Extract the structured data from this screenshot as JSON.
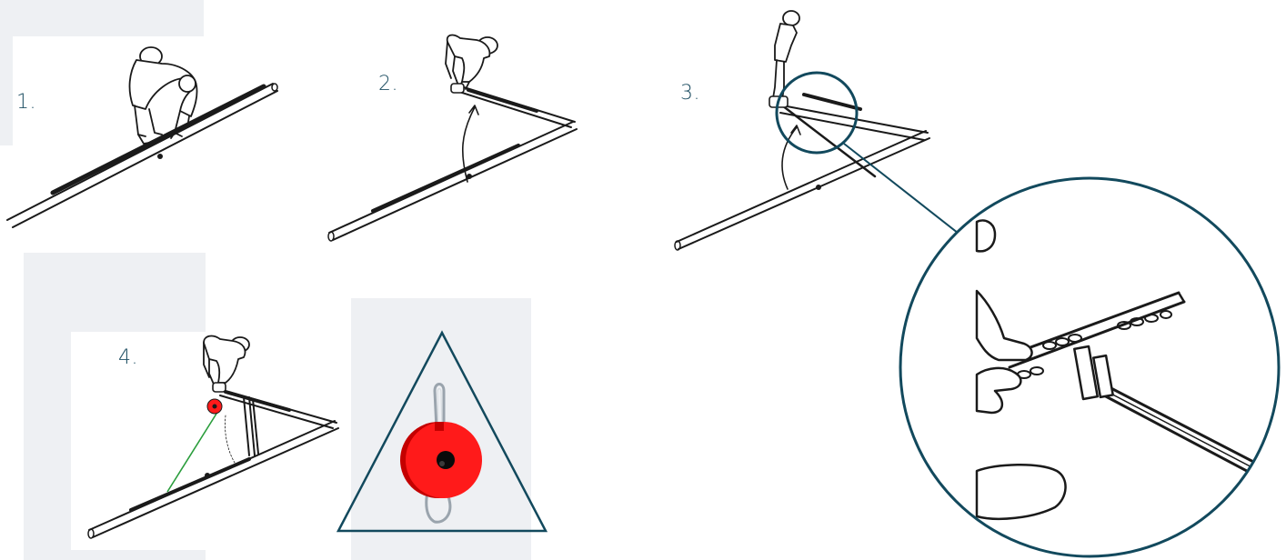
{
  "steps": [
    {
      "label": "1."
    },
    {
      "label": "2."
    },
    {
      "label": "3."
    },
    {
      "label": "4."
    }
  ],
  "colors": {
    "label": "#1f4f63",
    "callout_circle": "#12495d",
    "background_block": "#eef0f3",
    "reel_red": "#ff1a1a",
    "tether_green": "#2a9d3c"
  },
  "icons": [
    "worker-figure",
    "ground-rod",
    "curved-arrow-icon",
    "zoom-callout",
    "red-reel-device",
    "warning-triangle"
  ]
}
